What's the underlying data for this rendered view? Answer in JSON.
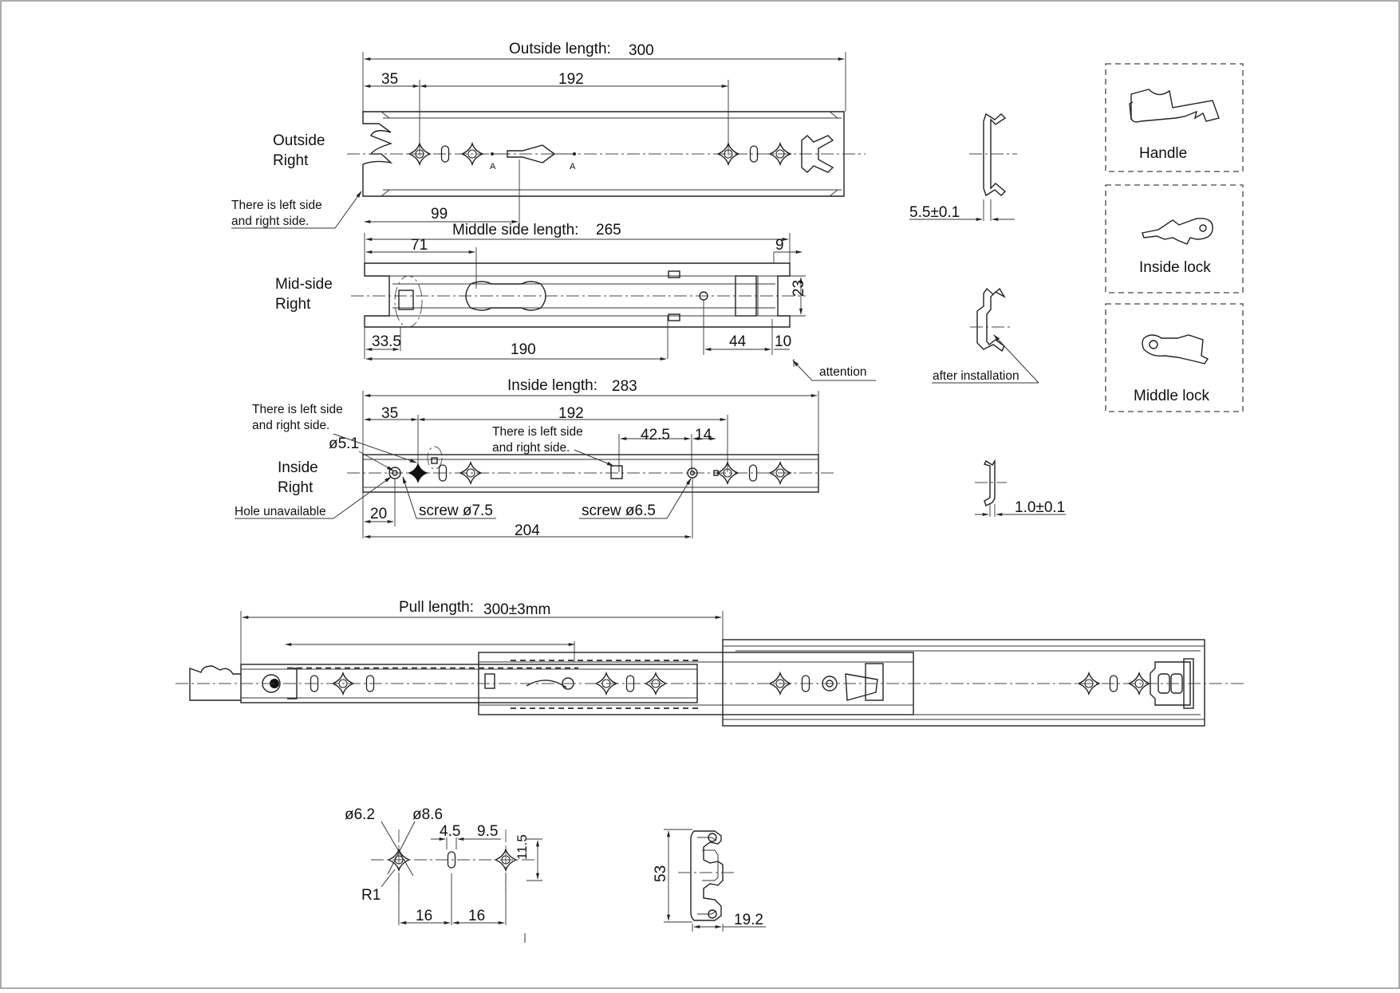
{
  "outside_rail": {
    "label_line1": "Outside",
    "label_line2": "Right",
    "length_label": "Outside length:",
    "length_value": "300",
    "dim_35": "35",
    "dim_192": "192",
    "dim_99": "99",
    "section_mark": "A",
    "note_line1": "There is left side",
    "note_line2": "and right side."
  },
  "mid_rail": {
    "label_line1": "Mid-side",
    "label_line2": "Right",
    "length_label": "Middle side length:",
    "length_value": "265",
    "dim_71": "71",
    "dim_9": "9",
    "dim_23": "23",
    "dim_33_5": "33.5",
    "dim_190": "190",
    "dim_44": "44",
    "dim_10": "10",
    "attention": "attention"
  },
  "inside_rail": {
    "label_line1": "Inside",
    "label_line2": "Right",
    "length_label": "Inside length:",
    "length_value": "283",
    "dim_35": "35",
    "dim_192": "192",
    "dim_42_5": "42.5",
    "dim_14": "14",
    "dim_d5_1": "ø5.1",
    "dim_20": "20",
    "dim_204": "204",
    "screw_7_5": "screw ø7.5",
    "screw_6_5": "screw ø6.5",
    "hole_note": "Hole unavailable",
    "note_a_line1": "There is left side",
    "note_a_line2": "and right side.",
    "note_b_line1": "There is left side",
    "note_b_line2": "and right side."
  },
  "profiles": {
    "outside_thickness": "5.5±0.1",
    "after_installation": "after installation",
    "inside_thickness": "1.0±0.1"
  },
  "parts": [
    {
      "name": "Handle"
    },
    {
      "name": "Inside lock"
    },
    {
      "name": "Middle lock"
    }
  ],
  "assembly": {
    "pull_label": "Pull length:",
    "pull_value": "300±3mm"
  },
  "hole_detail": {
    "d6_2": "ø6.2",
    "d8_6": "ø8.6",
    "w4_5": "4.5",
    "w9_5": "9.5",
    "h11_5": "11.5",
    "r1": "R1",
    "pitch_1": "16",
    "pitch_2": "16"
  },
  "cross_section": {
    "height": "53",
    "width": "19.2"
  }
}
